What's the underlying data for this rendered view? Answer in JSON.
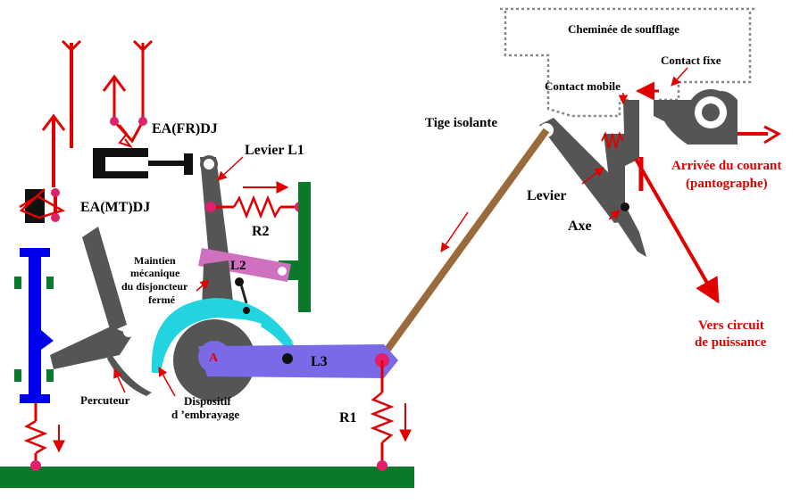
{
  "diagram": {
    "labels": {
      "cheminee": "Cheminée de soufflage",
      "contact_fixe": "Contact fixe",
      "contact_mobile": "Contact mobile",
      "arrivee_1": "Arrivée du courant",
      "arrivee_2": "(pantographe)",
      "tige": "Tige isolante",
      "levier": "Levier",
      "axe": "Axe",
      "vers_1": "Vers circuit",
      "vers_2": "de puissance",
      "levier_l1": "Levier L1",
      "ea_fr": "EA(FR)DJ",
      "ea_mt": "EA(MT)DJ",
      "r2": "R2",
      "l2": "L2",
      "maintien_1": "Maintien",
      "maintien_2": "mécanique",
      "maintien_3": "du disjoncteur",
      "maintien_4": "fermé",
      "l3": "L3",
      "a": "A",
      "r1": "R1",
      "percuteur": "Percuteur",
      "dispositif_1": "Dispositif",
      "dispositif_2": "d ’embrayage"
    },
    "colors": {
      "red": "#e00000",
      "grey": "#555555",
      "blue": "#0000ee",
      "green": "#0a7a2a",
      "rod": "#9a6a3a",
      "violet": "#7a6ae8",
      "cyan": "#22d4e0",
      "pink": "#d070c0",
      "magenta": "#e0206a"
    }
  }
}
